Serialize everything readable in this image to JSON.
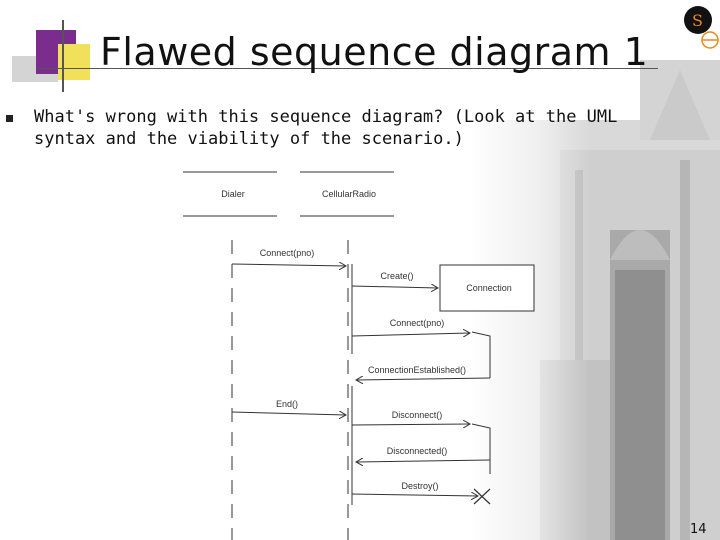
{
  "slide": {
    "title": "Flawed sequence diagram 1",
    "question": "What's wrong with this sequence diagram? (Look at the UML syntax and the viability of the scenario.)",
    "page_number": "14",
    "logo_letter": "S"
  },
  "diagram": {
    "participants": {
      "dialer": "Dialer",
      "radio": "CellularRadio",
      "connection": "Connection"
    },
    "messages": {
      "connect_pno": "Connect(pno)",
      "create": "Create()",
      "connect_pno_2": "Connect(pno)",
      "connection_established": "ConnectionEstablished()",
      "end": "End()",
      "disconnect": "Disconnect()",
      "disconnected": "Disconnected()",
      "destroy": "Destroy()"
    }
  }
}
